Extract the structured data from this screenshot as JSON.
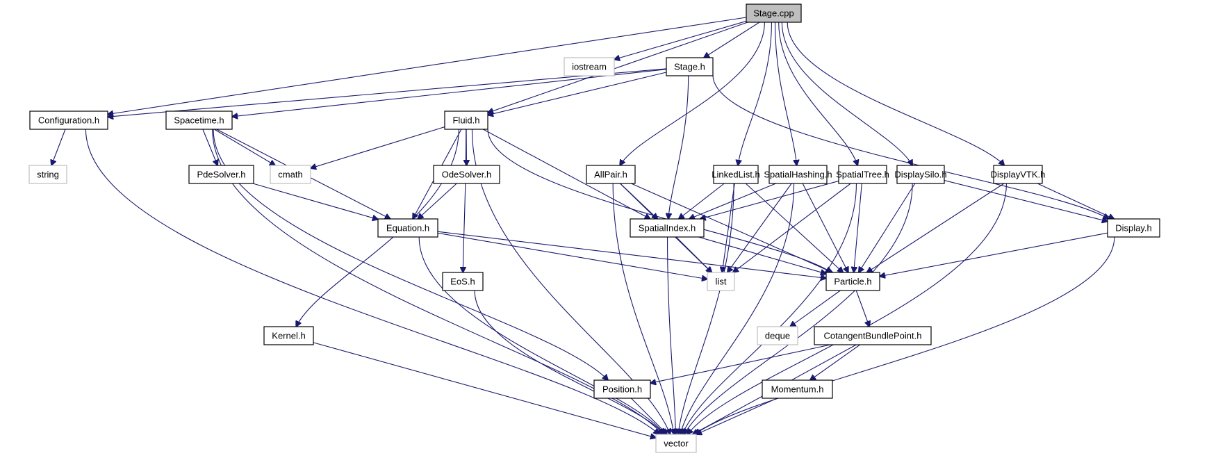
{
  "title": "Stage.cpp include dependency graph",
  "colors": {
    "edge": "#191970",
    "root_fill": "#bfbfbf",
    "system_border": "#bfbfbf",
    "local_border": "#000000"
  },
  "nodes": [
    {
      "id": "stage_cpp",
      "label": "Stage.cpp",
      "kind": "root"
    },
    {
      "id": "iostream",
      "label": "iostream",
      "kind": "system"
    },
    {
      "id": "stage_h",
      "label": "Stage.h",
      "kind": "local"
    },
    {
      "id": "configuration_h",
      "label": "Configuration.h",
      "kind": "local"
    },
    {
      "id": "spacetime_h",
      "label": "Spacetime.h",
      "kind": "local"
    },
    {
      "id": "fluid_h",
      "label": "Fluid.h",
      "kind": "local"
    },
    {
      "id": "string",
      "label": "string",
      "kind": "system"
    },
    {
      "id": "pdesolver_h",
      "label": "PdeSolver.h",
      "kind": "local"
    },
    {
      "id": "cmath",
      "label": "cmath",
      "kind": "system"
    },
    {
      "id": "odesolver_h",
      "label": "OdeSolver.h",
      "kind": "local"
    },
    {
      "id": "allpair_h",
      "label": "AllPair.h",
      "kind": "local"
    },
    {
      "id": "linkedlist_h",
      "label": "LinkedList.h",
      "kind": "local"
    },
    {
      "id": "spatialhashing_h",
      "label": "SpatialHashing.h",
      "kind": "local"
    },
    {
      "id": "spatialtree_h",
      "label": "SpatialTree.h",
      "kind": "local"
    },
    {
      "id": "displaysilo_h",
      "label": "DisplaySilo.h",
      "kind": "local"
    },
    {
      "id": "displayvtk_h",
      "label": "DisplayVTK.h",
      "kind": "local"
    },
    {
      "id": "equation_h",
      "label": "Equation.h",
      "kind": "local"
    },
    {
      "id": "spatialindex_h",
      "label": "SpatialIndex.h",
      "kind": "local"
    },
    {
      "id": "display_h",
      "label": "Display.h",
      "kind": "local"
    },
    {
      "id": "eos_h",
      "label": "EoS.h",
      "kind": "local"
    },
    {
      "id": "list",
      "label": "list",
      "kind": "system"
    },
    {
      "id": "particle_h",
      "label": "Particle.h",
      "kind": "local"
    },
    {
      "id": "kernel_h",
      "label": "Kernel.h",
      "kind": "local"
    },
    {
      "id": "deque",
      "label": "deque",
      "kind": "system"
    },
    {
      "id": "cotangentbundlepoint_h",
      "label": "CotangentBundlePoint.h",
      "kind": "local"
    },
    {
      "id": "position_h",
      "label": "Position.h",
      "kind": "local"
    },
    {
      "id": "momentum_h",
      "label": "Momentum.h",
      "kind": "local"
    },
    {
      "id": "vector",
      "label": "vector",
      "kind": "system"
    }
  ],
  "edges": [
    [
      "stage_cpp",
      "iostream"
    ],
    [
      "stage_cpp",
      "stage_h"
    ],
    [
      "stage_cpp",
      "configuration_h"
    ],
    [
      "stage_cpp",
      "fluid_h"
    ],
    [
      "stage_cpp",
      "allpair_h"
    ],
    [
      "stage_cpp",
      "linkedlist_h"
    ],
    [
      "stage_cpp",
      "spatialhashing_h"
    ],
    [
      "stage_cpp",
      "spatialtree_h"
    ],
    [
      "stage_cpp",
      "displaysilo_h"
    ],
    [
      "stage_cpp",
      "displayvtk_h"
    ],
    [
      "stage_h",
      "configuration_h"
    ],
    [
      "stage_h",
      "spacetime_h"
    ],
    [
      "stage_h",
      "fluid_h"
    ],
    [
      "stage_h",
      "spatialindex_h"
    ],
    [
      "stage_h",
      "display_h"
    ],
    [
      "configuration_h",
      "string"
    ],
    [
      "configuration_h",
      "vector"
    ],
    [
      "spacetime_h",
      "pdesolver_h"
    ],
    [
      "spacetime_h",
      "cmath"
    ],
    [
      "spacetime_h",
      "equation_h"
    ],
    [
      "spacetime_h",
      "position_h"
    ],
    [
      "spacetime_h",
      "vector"
    ],
    [
      "fluid_h",
      "cmath"
    ],
    [
      "fluid_h",
      "odesolver_h"
    ],
    [
      "fluid_h",
      "equation_h"
    ],
    [
      "fluid_h",
      "eos_h"
    ],
    [
      "fluid_h",
      "kernel_h"
    ],
    [
      "fluid_h",
      "spatialindex_h"
    ],
    [
      "fluid_h",
      "particle_h"
    ],
    [
      "fluid_h",
      "vector"
    ],
    [
      "pdesolver_h",
      "equation_h"
    ],
    [
      "odesolver_h",
      "equation_h"
    ],
    [
      "equation_h",
      "list"
    ],
    [
      "equation_h",
      "particle_h"
    ],
    [
      "equation_h",
      "vector"
    ],
    [
      "allpair_h",
      "spatialindex_h"
    ],
    [
      "allpair_h",
      "list"
    ],
    [
      "allpair_h",
      "particle_h"
    ],
    [
      "allpair_h",
      "vector"
    ],
    [
      "linkedlist_h",
      "spatialindex_h"
    ],
    [
      "linkedlist_h",
      "list"
    ],
    [
      "linkedlist_h",
      "particle_h"
    ],
    [
      "linkedlist_h",
      "vector"
    ],
    [
      "spatialhashing_h",
      "spatialindex_h"
    ],
    [
      "spatialhashing_h",
      "list"
    ],
    [
      "spatialhashing_h",
      "particle_h"
    ],
    [
      "spatialhashing_h",
      "vector"
    ],
    [
      "spatialtree_h",
      "spatialindex_h"
    ],
    [
      "spatialtree_h",
      "list"
    ],
    [
      "spatialtree_h",
      "particle_h"
    ],
    [
      "spatialtree_h",
      "vector"
    ],
    [
      "displaysilo_h",
      "display_h"
    ],
    [
      "displaysilo_h",
      "particle_h"
    ],
    [
      "displaysilo_h",
      "vector"
    ],
    [
      "displayvtk_h",
      "display_h"
    ],
    [
      "displayvtk_h",
      "particle_h"
    ],
    [
      "displayvtk_h",
      "vector"
    ],
    [
      "spatialindex_h",
      "list"
    ],
    [
      "spatialindex_h",
      "particle_h"
    ],
    [
      "spatialindex_h",
      "vector"
    ],
    [
      "display_h",
      "particle_h"
    ],
    [
      "display_h",
      "vector"
    ],
    [
      "eos_h",
      "vector"
    ],
    [
      "kernel_h",
      "vector"
    ],
    [
      "particle_h",
      "deque"
    ],
    [
      "particle_h",
      "cotangentbundlepoint_h"
    ],
    [
      "cotangentbundlepoint_h",
      "position_h"
    ],
    [
      "cotangentbundlepoint_h",
      "momentum_h"
    ],
    [
      "cotangentbundlepoint_h",
      "vector"
    ],
    [
      "position_h",
      "vector"
    ],
    [
      "momentum_h",
      "vector"
    ]
  ]
}
